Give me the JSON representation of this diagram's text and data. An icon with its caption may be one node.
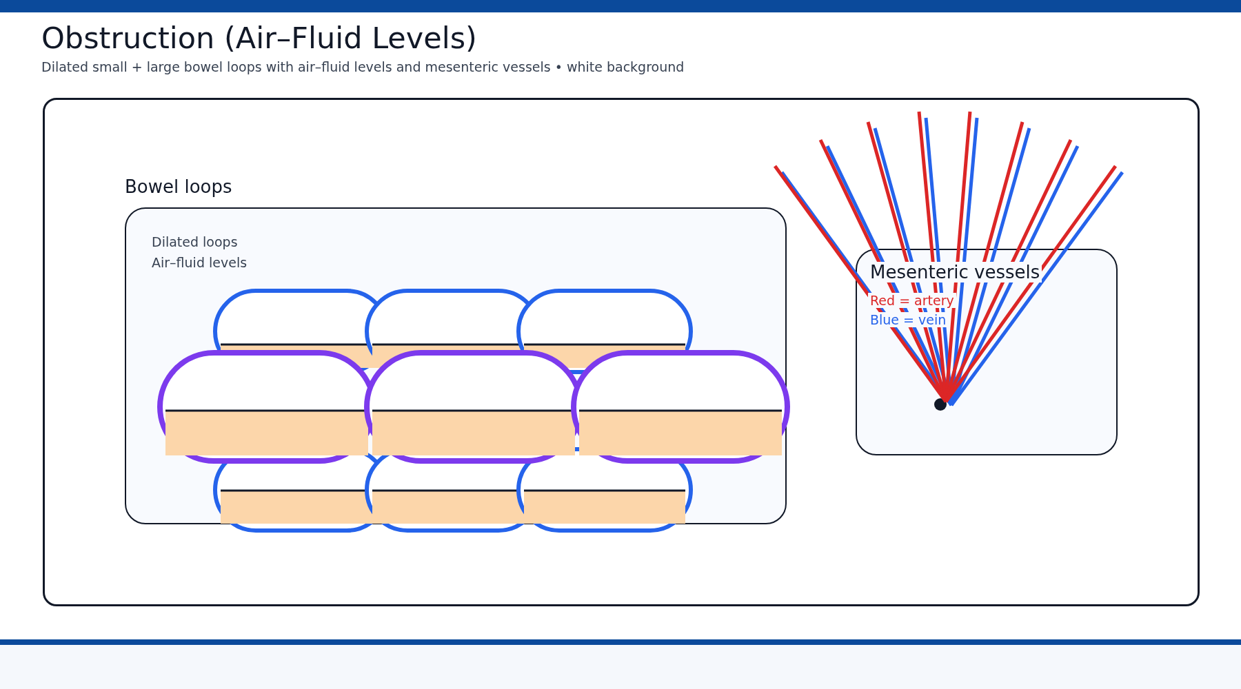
{
  "diagram": {
    "title": "Obstruction (Air–Fluid Levels)",
    "nodes": [
      {
        "text": [
          "Bowel loops",
          "Dilated loops",
          "Air–fluid levels"
        ]
      },
      {
        "text": [
          "Mesenteric vessels",
          "Red = artery",
          "Blue = vein"
        ]
      }
    ],
    "labels": [
      "Dilated small + large bowel loops with air–fluid levels and mesenteric vessels • white background"
    ]
  }
}
